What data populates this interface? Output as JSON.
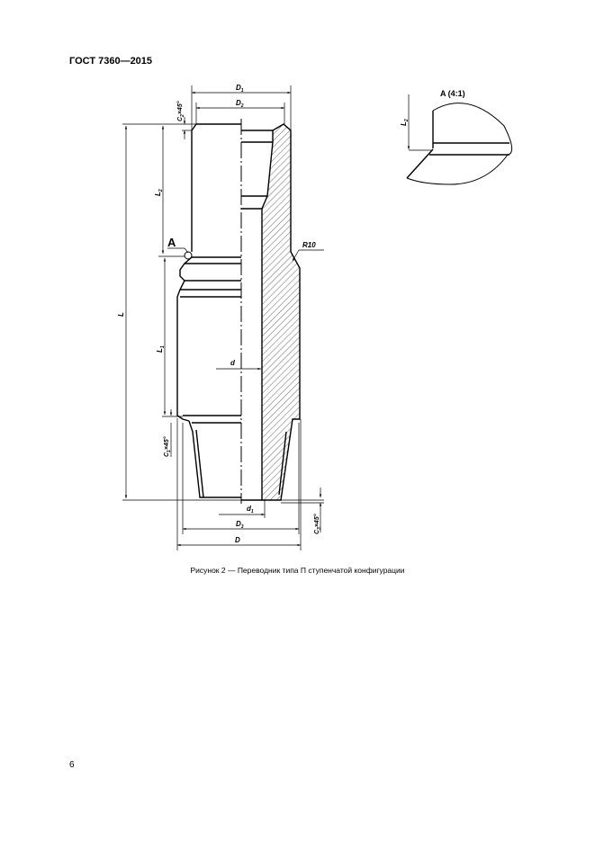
{
  "header": {
    "standard": "ГОСТ 7360—2015"
  },
  "figure": {
    "caption": "Рисунок 2 — Переводник типа П ступенчатой конфигурации",
    "labels": {
      "D1": "D",
      "D1_sub": "1",
      "D2": "D",
      "D2_sub": "2",
      "C2": "C",
      "C2_sub": "2",
      "C2_suffix": "×45°",
      "L": "L",
      "L2": "L",
      "L2_sub": "2",
      "L1": "L",
      "L1_sub": "1",
      "A": "A",
      "R10": "R10",
      "d": "d",
      "C1": "C",
      "C1_sub": "1",
      "C1_suffix": "×45°",
      "d1": "d",
      "d1_sub": "1",
      "D3": "D",
      "D3_sub": "3",
      "D": "D",
      "C3": "C",
      "C3_sub": "3",
      "C3_suffix": "×45°"
    },
    "detail": {
      "title": "A (4:1)",
      "L2": "L",
      "L2_sub": "2"
    }
  },
  "footer": {
    "page_number": "6"
  }
}
